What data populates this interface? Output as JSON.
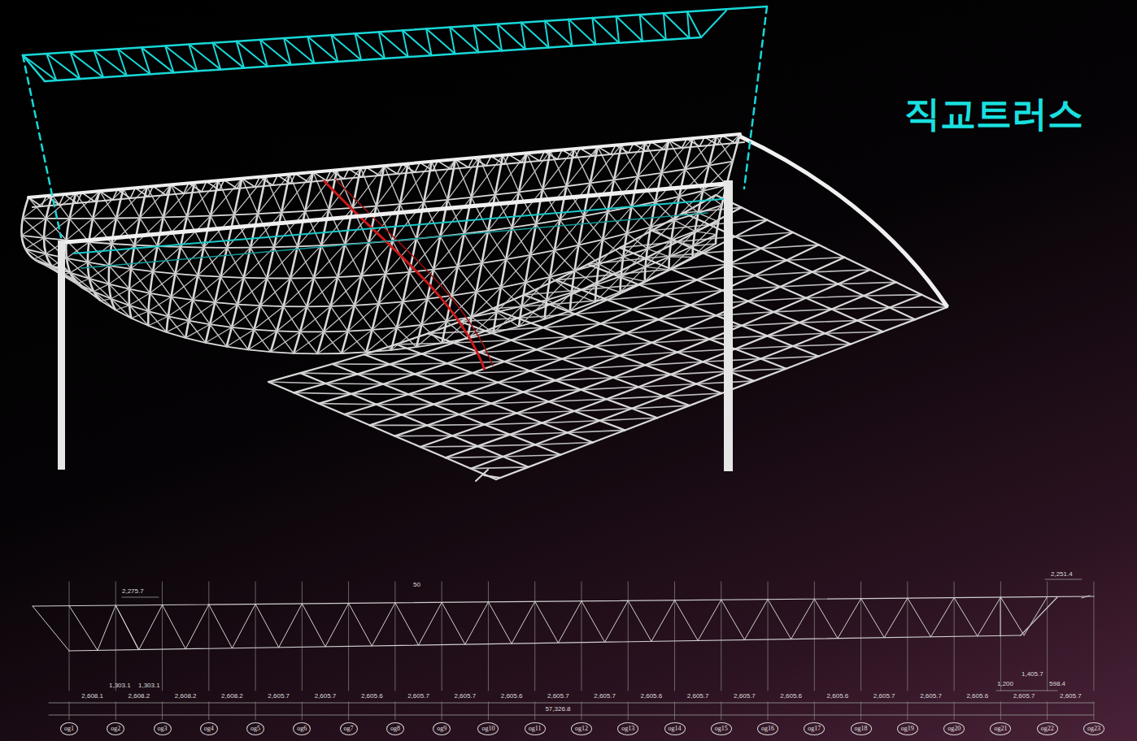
{
  "diagram": {
    "nodes": [
      {
        "text": [
          "og1"
        ]
      },
      {
        "text": [
          "og2"
        ]
      },
      {
        "text": [
          "og3"
        ]
      },
      {
        "text": [
          "og4"
        ]
      },
      {
        "text": [
          "og5"
        ]
      },
      {
        "text": [
          "og6"
        ]
      },
      {
        "text": [
          "og7"
        ]
      },
      {
        "text": [
          "og8"
        ]
      },
      {
        "text": [
          "og9"
        ]
      },
      {
        "text": [
          "og10"
        ]
      },
      {
        "text": [
          "og11"
        ]
      },
      {
        "text": [
          "og12"
        ]
      },
      {
        "text": [
          "og13"
        ]
      },
      {
        "text": [
          "og14"
        ]
      },
      {
        "text": [
          "og15"
        ]
      },
      {
        "text": [
          "og16"
        ]
      },
      {
        "text": [
          "og17"
        ]
      },
      {
        "text": [
          "og18"
        ]
      },
      {
        "text": [
          "og19"
        ]
      },
      {
        "text": [
          "og20"
        ]
      },
      {
        "text": [
          "og21"
        ]
      },
      {
        "text": [
          "og22"
        ]
      },
      {
        "text": [
          "og23"
        ]
      }
    ],
    "labels": [
      "직교트러스",
      "2,275.7",
      "2,251.4",
      "50",
      "1,303.1",
      "1,303.1",
      "1,200",
      "1,405.7",
      "598.4",
      "2,608.1",
      "2,608.2",
      "2,608.2",
      "2,608.2",
      "2,605.7",
      "2,605.7",
      "2,605.6",
      "2,605.7",
      "2,605.7",
      "2,605.6",
      "2,605.7",
      "2,605.7",
      "2,605.6",
      "2,605.7",
      "2,605.7",
      "2,605.6",
      "2,605.6",
      "2,605.7",
      "2,605.7",
      "2,605.6",
      "2,605.7",
      "2,605.7",
      "57,326.8"
    ]
  }
}
